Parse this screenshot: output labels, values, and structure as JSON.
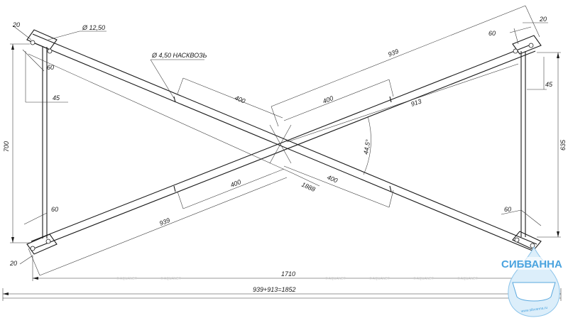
{
  "dimensions": {
    "hole_diameter": "Ø 12,50",
    "through_hole": "Ø 4,50 НАСКВОЗЬ",
    "top_left_20": "20",
    "left_60": "60",
    "left_45": "45",
    "height_700": "700",
    "bottom_left_60": "60",
    "bottom_left_20": "20",
    "seg_400_upper_left": "400",
    "seg_400_upper_right": "400",
    "seg_400_lower_left": "400",
    "seg_400_lower_right": "400",
    "length_939_top": "939",
    "length_913": "913",
    "length_939_bottom": "939",
    "length_1888": "1888",
    "angle": "44,5°",
    "top_right_20": "20",
    "top_right_60": "60",
    "right_45": "45",
    "height_635": "635",
    "bottom_right_60": "60",
    "total_1710": "1710",
    "total_sum": "939+913=1852"
  },
  "logo": {
    "name": "СИБВАННА",
    "url": "www.sibvanna.ru",
    "color": "#4aa3df"
  },
  "watermark": "© AQUANET"
}
